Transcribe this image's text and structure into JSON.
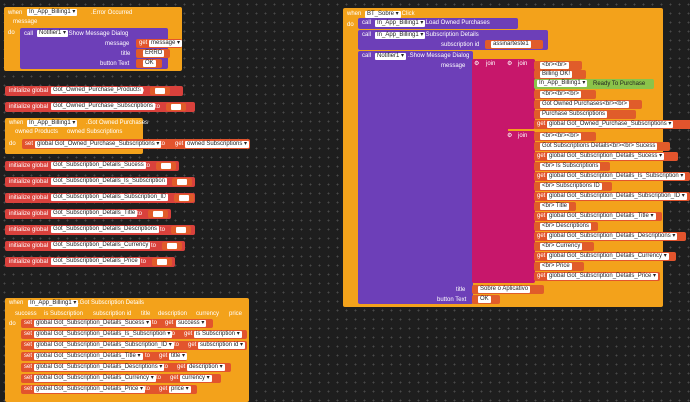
{
  "colors": {
    "event": "#f3a21b",
    "call": "#6d3fb8",
    "variable": "#e2542d",
    "global_init": "#d9413c",
    "text": "#e05c2a",
    "join": "#c7176b",
    "boolean": "#8bc34a",
    "canvas": "#1e1e1e"
  },
  "kw": {
    "when": "when",
    "do": "do",
    "call": "call",
    "set": "set",
    "get": "get",
    "to": "to",
    "init_global": "initialize global",
    "join": "join",
    "message": "message",
    "title": "title",
    "button_text": "button Text",
    "subscription_id": "subscription id"
  },
  "err_event": {
    "component": "In_App_Billing1",
    "event": ".Error Occurred",
    "param": "message",
    "notifier": "Notifier1",
    "method": ".Show Message Dialog",
    "msg_get": "message",
    "title": "ERRO",
    "button": "OK"
  },
  "inits_top": [
    {
      "name": "Got_Owned_Purchase_Products",
      "value": ""
    },
    {
      "name": "Got_Owned_Purchase_Subscriptions",
      "value": ""
    }
  ],
  "owned_event": {
    "component": "In_App_Billing1",
    "event": ".Got Owned Purchases",
    "params": [
      "owned Products",
      "owned Subscriptions"
    ],
    "set_var": "global Got_Owned_Purchase_Subscriptions",
    "get_var": "owned Subscriptions"
  },
  "inits_mid": [
    {
      "name": "Got_Subscription_Details_Sucess",
      "value": ""
    },
    {
      "name": "Got_Subscription_Details_Is_Subscription",
      "value": ""
    },
    {
      "name": "Got_Subscription_Details_Subscription_ID",
      "value": ""
    },
    {
      "name": "Got_Subscription_Details_Title",
      "value": ""
    },
    {
      "name": "Got_Subscription_Details_Descriptions",
      "value": ""
    },
    {
      "name": "Got_Subscription_Details_Currency",
      "value": ""
    },
    {
      "name": "Got_Subscription_Details_Price",
      "value": ""
    }
  ],
  "details_event": {
    "component": "In_App_Billing1",
    "event": ".Got Subscription Details",
    "params": [
      "success",
      "is Subscription",
      "subscription id",
      "title",
      "description",
      "currency",
      "price"
    ],
    "sets": [
      {
        "var": "global Got_Subscription_Details_Sucess",
        "get": "success"
      },
      {
        "var": "global Got_Subscription_Details_Is_Subscription",
        "get": "is Subscription"
      },
      {
        "var": "global Got_Subscription_Details_Subscription_ID",
        "get": "subscription id"
      },
      {
        "var": "global Got_Subscription_Details_Title",
        "get": "title"
      },
      {
        "var": "global Got_Subscription_Details_Descriptions",
        "get": "description"
      },
      {
        "var": "global Got_Subscription_Details_Currency",
        "get": "currency"
      },
      {
        "var": "global Got_Subscription_Details_Price",
        "get": "price"
      }
    ]
  },
  "click_event": {
    "component": "BT_Sobre",
    "event": ".Click",
    "load_call": "In_App_Billing1",
    "load_method": ".Load Owned Purchases",
    "sub_call": "In_App_Billing1",
    "sub_method": ".Subscription Details",
    "sub_id": "assinarteste1",
    "notifier": "Notifier1",
    "notifier_method": ".Show Message Dialog",
    "title": "Sobre o Aplicativo",
    "button": "OK",
    "join_items": [
      {
        "kind": "text",
        "text": "<br><br>"
      },
      {
        "kind": "text",
        "text": "Billing OK!"
      },
      {
        "kind": "pair",
        "a": "In_App_Billing1",
        "b": "Ready To Purchase"
      },
      {
        "kind": "text",
        "text": "<br><br><br>"
      },
      {
        "kind": "text",
        "text": "Got Owned Purchases<br><br>"
      },
      {
        "kind": "text",
        "text": "Purchase Subscriptions"
      },
      {
        "kind": "get",
        "text": "global Got_Owned_Purchase_Subscriptions"
      },
      {
        "kind": "text",
        "text": "<br><br><br>"
      },
      {
        "kind": "text",
        "text": "Got Subscriptions Details<br><br> Sucess"
      },
      {
        "kind": "get",
        "text": "global Got_Subscription_Details_Sucess"
      },
      {
        "kind": "text",
        "text": "<br> Is Subscriptions"
      },
      {
        "kind": "get",
        "text": "global Got_Subscription_Details_Is_Subscription"
      },
      {
        "kind": "text",
        "text": "<br> Subscriptions ID"
      },
      {
        "kind": "get",
        "text": "global Got_Subscription_Details_Subscription_ID"
      },
      {
        "kind": "text",
        "text": "<br> Title"
      },
      {
        "kind": "get",
        "text": "global Got_Subscription_Details_Title"
      },
      {
        "kind": "text",
        "text": "<br> Descriptions"
      },
      {
        "kind": "get",
        "text": "global Got_Subscription_Details_Descriptions"
      },
      {
        "kind": "text",
        "text": "<br> Currency"
      },
      {
        "kind": "get",
        "text": "global Got_Subscription_Details_Currency"
      },
      {
        "kind": "text",
        "text": "<br> Price"
      },
      {
        "kind": "get",
        "text": "global Got_Subscription_Details_Price"
      }
    ]
  }
}
